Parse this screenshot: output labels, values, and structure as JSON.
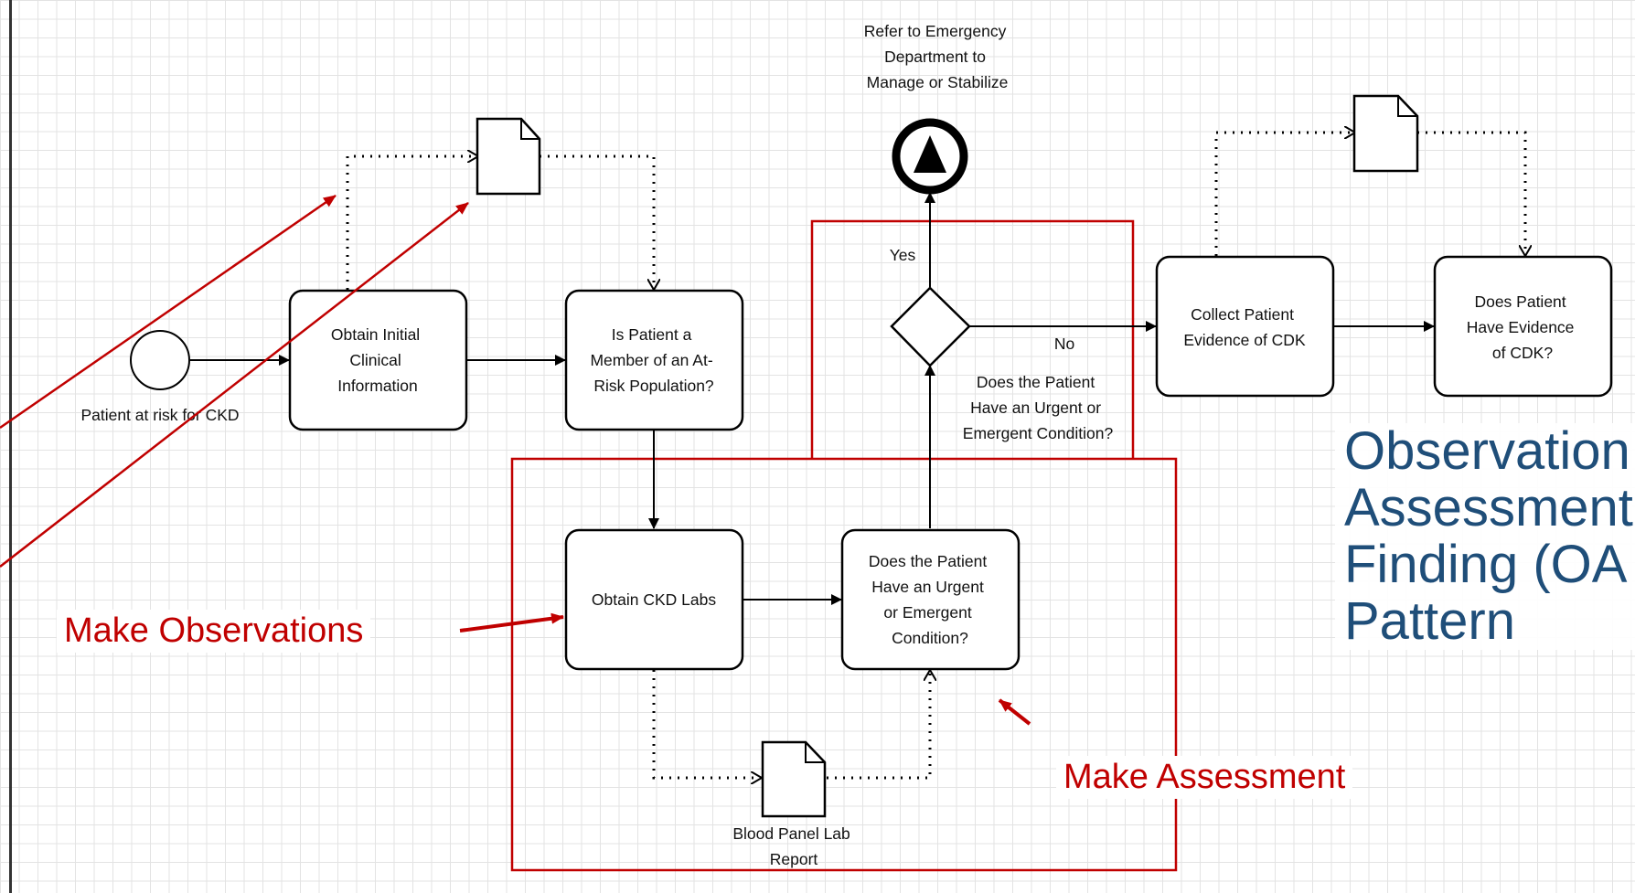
{
  "diagram": {
    "start_label": "Patient at risk for CKD",
    "task_obtain_initial": [
      "Obtain Initial",
      "Clinical",
      "Information"
    ],
    "task_is_member": [
      "Is Patient a",
      "Member of an At-",
      "Risk Population?"
    ],
    "task_obtain_labs": "Obtain CKD Labs",
    "task_urgent": [
      "Does the Patient",
      "Have an Urgent",
      "or Emergent",
      "Condition?"
    ],
    "gateway_label": [
      "Does the Patient",
      "Have an Urgent or",
      "Emergent Condition?"
    ],
    "end_label": [
      "Refer to Emergency",
      "Department to",
      "Manage or Stabilize"
    ],
    "yes_label": "Yes",
    "no_label": "No",
    "task_collect": [
      "Collect Patient",
      "Evidence of CDK"
    ],
    "task_evidence": [
      "Does Patient",
      "Have Evidence",
      "of CDK?"
    ],
    "doc_blood_panel": [
      "Blood Panel Lab",
      "Report"
    ]
  },
  "annotations": {
    "make_observations": "Make Observations",
    "make_assessment": "Make Assessment",
    "pattern_title": [
      "Observation",
      "Assessment",
      "Finding (OA",
      "Pattern"
    ]
  },
  "colors": {
    "annotation_red": "#c00000",
    "title_blue": "#1f4e79"
  }
}
